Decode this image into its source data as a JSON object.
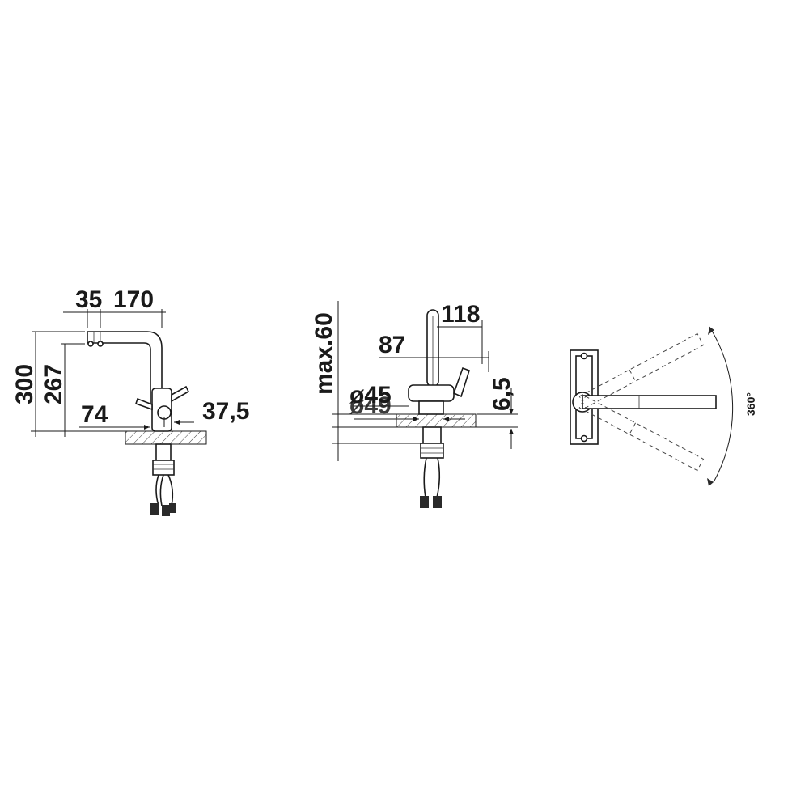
{
  "side_view": {
    "dim_spout_offset": "35",
    "dim_reach": "170",
    "dim_height_total": "300",
    "dim_height_spout": "267",
    "dim_body_left": "74",
    "dim_body_right": "37,5"
  },
  "front_view": {
    "dim_max_thickness": "max.60",
    "dim_head_reach": "118",
    "dim_lever_reach": "87",
    "dim_collar": "6,5",
    "dim_diameter_base": "ø45",
    "dim_diameter_hole": "ø49"
  },
  "top_view": {
    "dim_rotation": "360°"
  }
}
